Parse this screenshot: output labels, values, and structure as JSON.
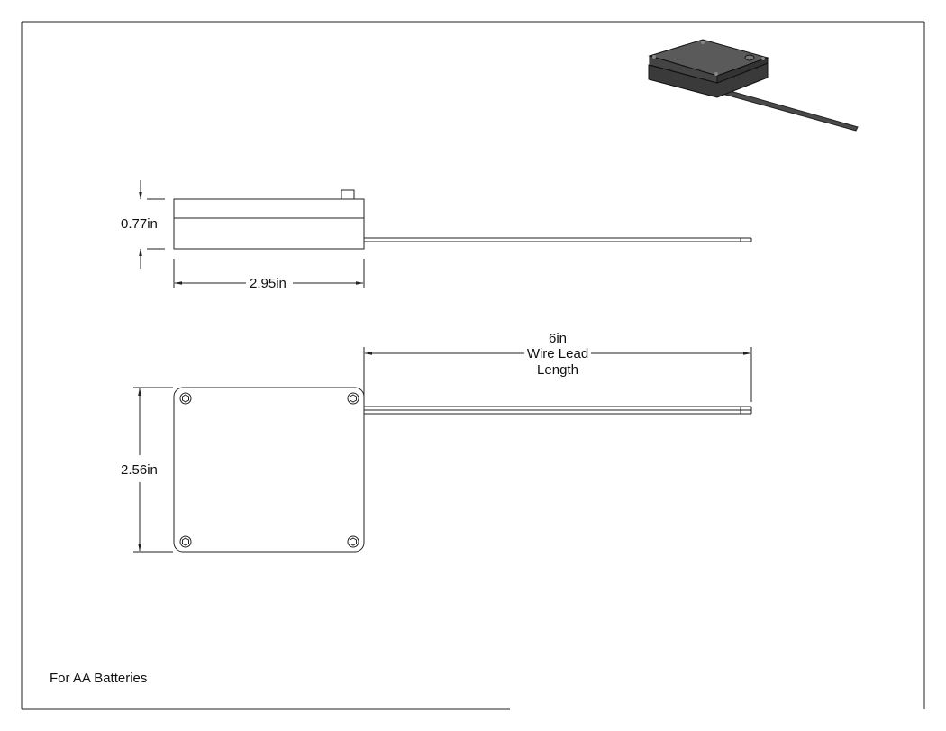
{
  "drawing": {
    "dimensions": {
      "height": "0.77in",
      "length": "2.95in",
      "width": "2.56in",
      "wire_length": "6in",
      "wire_note_line1": "Wire Lead",
      "wire_note_line2": "Length"
    },
    "note": "For AA Batteries"
  },
  "colors": {
    "line": "#222222",
    "enclosure_dark": "#3a3a3a",
    "enclosure_top": "#5a5a5a",
    "background": "#ffffff"
  }
}
